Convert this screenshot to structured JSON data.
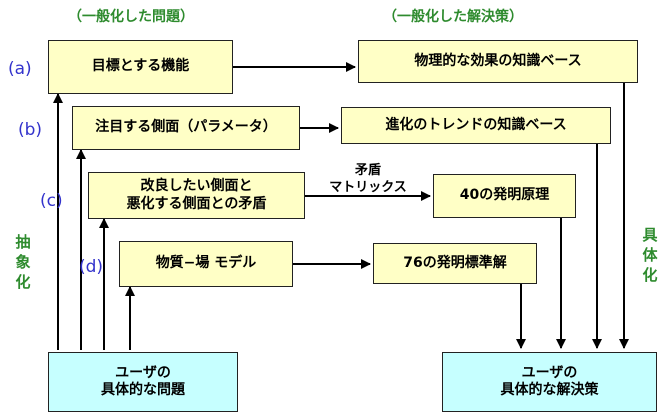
{
  "headers": {
    "left": "（一般化した問題）",
    "right": "（一般化した解決策）"
  },
  "labels": {
    "a": "(a)",
    "b": "(b)",
    "c": "(c)",
    "d": "(d)"
  },
  "side": {
    "left": "抽\n象\n化",
    "right": "具\n体\n化"
  },
  "boxes": {
    "target_function": "目標とする機能",
    "physical_effects": "物理的な効果の知識ベース",
    "focus_aspect": "注目する側面（パラメータ）",
    "evolution_trends": "進化のトレンドの知識ベース",
    "contradiction": "改良したい側面と\n悪化する側面との矛盾",
    "principles_40": "40の発明原理",
    "substance_field": "物質−場 モデル",
    "standards_76": "76の発明標準解",
    "user_problem": "ユーザの\n具体的な問題",
    "user_solution": "ユーザの\n具体的な解決策"
  },
  "matrix_label": "矛盾\nマトリックス"
}
